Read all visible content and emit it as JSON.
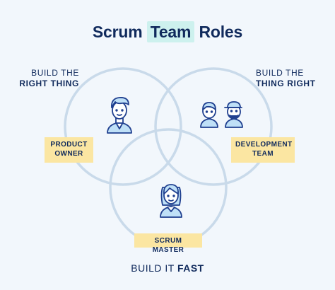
{
  "title": {
    "before": "Scrum ",
    "highlight": "Team",
    "after": " Roles"
  },
  "left_label": {
    "line1": "BUILD THE",
    "line2": "RIGHT THING"
  },
  "right_label": {
    "line1": "BUILD THE",
    "line2": "THING RIGHT"
  },
  "roles": {
    "product_owner": {
      "line1": "PRODUCT",
      "line2": "OWNER"
    },
    "development_team": {
      "line1": "DEVELOPMENT",
      "line2": "TEAM"
    },
    "scrum_master": "SCRUM MASTER"
  },
  "footer": {
    "normal": "BUILD IT ",
    "bold": "FAST"
  },
  "icons": [
    "product-owner-icon",
    "developer-icon",
    "developer-cap-icon",
    "scrum-master-icon"
  ],
  "colors": {
    "background": "#f2f7fc",
    "circle_stroke": "#c9daea",
    "text": "#102a5c",
    "icon_stroke": "#1f3f8f",
    "icon_fill": "#bfe0f7",
    "title_highlight": "#cdf1ee",
    "role_tag": "#fbe6a2"
  }
}
